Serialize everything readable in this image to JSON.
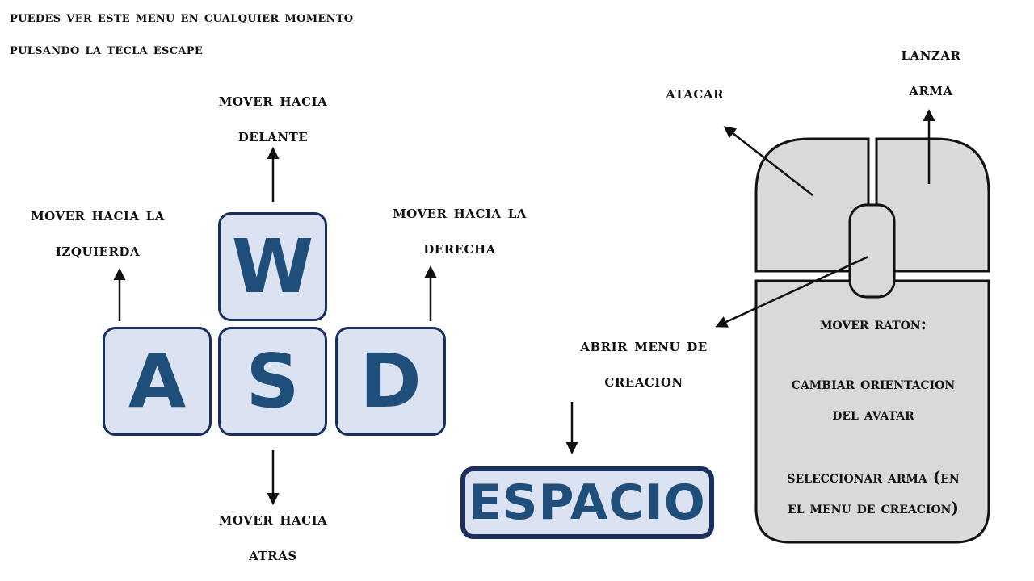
{
  "header": {
    "line1": "Puedes ver este menu en cualquier momento",
    "line2": "pulsando la tecla escape"
  },
  "keys": {
    "w": "W",
    "a": "A",
    "s": "S",
    "d": "D",
    "space": "ESPACIO"
  },
  "labels": {
    "forward": [
      "Mover hacia",
      "delante"
    ],
    "left": [
      "Mover hacia la",
      "izquierda"
    ],
    "right": [
      "Mover hacia la",
      "derecha"
    ],
    "back": [
      "Mover hacia",
      "atras"
    ],
    "build_menu": [
      "Abrir menu de",
      "creacion"
    ],
    "attack": [
      "Atacar"
    ],
    "throw": [
      "Lanzar",
      "arma"
    ]
  },
  "mouse": {
    "title": "Mover raton:",
    "orientation": [
      "Cambiar orientacion",
      "del avatar"
    ],
    "select_weapon": [
      "Seleccionar arma (en",
      "el menu de creacion)"
    ]
  },
  "colors": {
    "key_fill": "#dbe3f3",
    "key_border": "#1a2f5e",
    "key_text": "#1f4e7a",
    "mouse_fill": "#d9d9d9"
  }
}
